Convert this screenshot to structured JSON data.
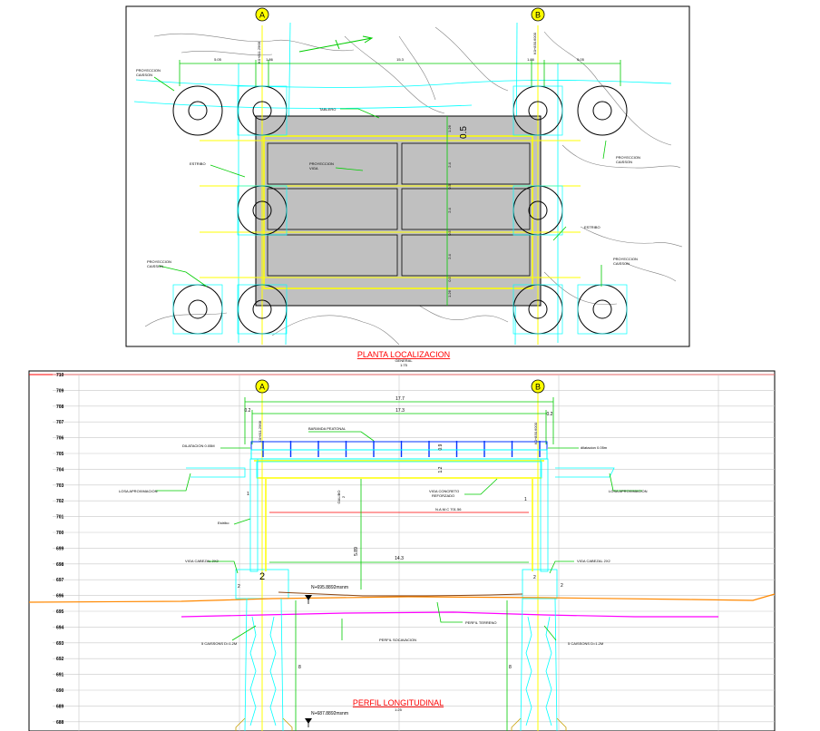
{
  "plan": {
    "title": "PLANTA LOCALIZACION",
    "subtitle": "GENERAL",
    "scale": "1:75",
    "axis_a": "A",
    "axis_b": "B",
    "station_a": "K0+811.2968",
    "station_b": "K0+830.6000",
    "labels": {
      "proy_caisson_tl": [
        "PROYECCION",
        "CAISSON"
      ],
      "proy_caisson_r": [
        "PROYECCION",
        "CAISSON"
      ],
      "proy_caisson_bl": [
        "PROYECCION",
        "CAISSON"
      ],
      "proy_caisson_br": [
        "PROYECCION",
        "CAISSON"
      ],
      "tablero": "TABLERO",
      "estribo_l": "ESTRIBO",
      "estribo_r": "ESTRIBO",
      "proy_viga": [
        "PROYECCION",
        "VIGA"
      ]
    },
    "dims_top": [
      "5.05",
      "1.86",
      "15.3",
      "1.86",
      "5.05"
    ],
    "dims_right": [
      "1.26",
      "0.5",
      "2.4",
      "0.5",
      "2.4",
      "0.5",
      "2.4",
      "0.5",
      "1.26"
    ]
  },
  "profile": {
    "title": "PERFIL LONGITUDINAL",
    "scale": "1:25",
    "axis_a": "A",
    "axis_b": "B",
    "levels": [
      "710",
      "709",
      "708",
      "707",
      "706",
      "705",
      "704",
      "703",
      "702",
      "701",
      "700",
      "699",
      "698",
      "697",
      "696",
      "695",
      "694",
      "693",
      "692",
      "691",
      "690",
      "689",
      "688"
    ],
    "dims": {
      "total": "17.7",
      "inner": "17.3",
      "end_l": "0.2",
      "end_r": "0.2",
      "span": "14.3",
      "beam_h": "1.2",
      "depth": "5.89",
      "gap": "1",
      "gap_r": "1",
      "cap_l": "2",
      "cap_l2": "2",
      "cap_r": "2",
      "cap_r2": "2",
      "pile_l": "8",
      "pile_r": "8",
      "rail": "0.9"
    },
    "labels": {
      "baranda": "BARANDA PEATONAL",
      "dilatacion": "DILATACION 0.05M",
      "dilat_r": "dilatacion 0.05m",
      "losa_l": "LOSA APROXIMACION",
      "losa_r": "LOSA APROXIMACION",
      "viga_concreto": [
        "VIGA CONCRETO",
        "REFORZADO"
      ],
      "galibo": [
        "GALIBO",
        "2"
      ],
      "namc": "N.A.M.C 701.56",
      "estribo": "Estribo",
      "viga_cabeza_l": "VIGA CABEZAL 2X2",
      "viga_cabeza_r": "VIGA CABEZAL 2X2",
      "elev_top": "N+695.8892msnm",
      "elev_bottom": "N+687.8892msnm",
      "perfil_terreno": "PERFIL TERRENO",
      "perfil_socavacion": "PERFIL SOCAVACION",
      "caissons_l": "5 CAISSONS D=1.2M",
      "caissons_r": "5 CAISSONS D=1.2M"
    }
  },
  "colors": {
    "deck": "#c0c0c0",
    "cyan": "#00ffff",
    "yellow": "#ffff00",
    "green": "#00cc00",
    "red": "#ff0000",
    "magenta": "#ff00ff",
    "blue": "#0033ff",
    "orange": "#ff8800",
    "contour": "#808080"
  }
}
